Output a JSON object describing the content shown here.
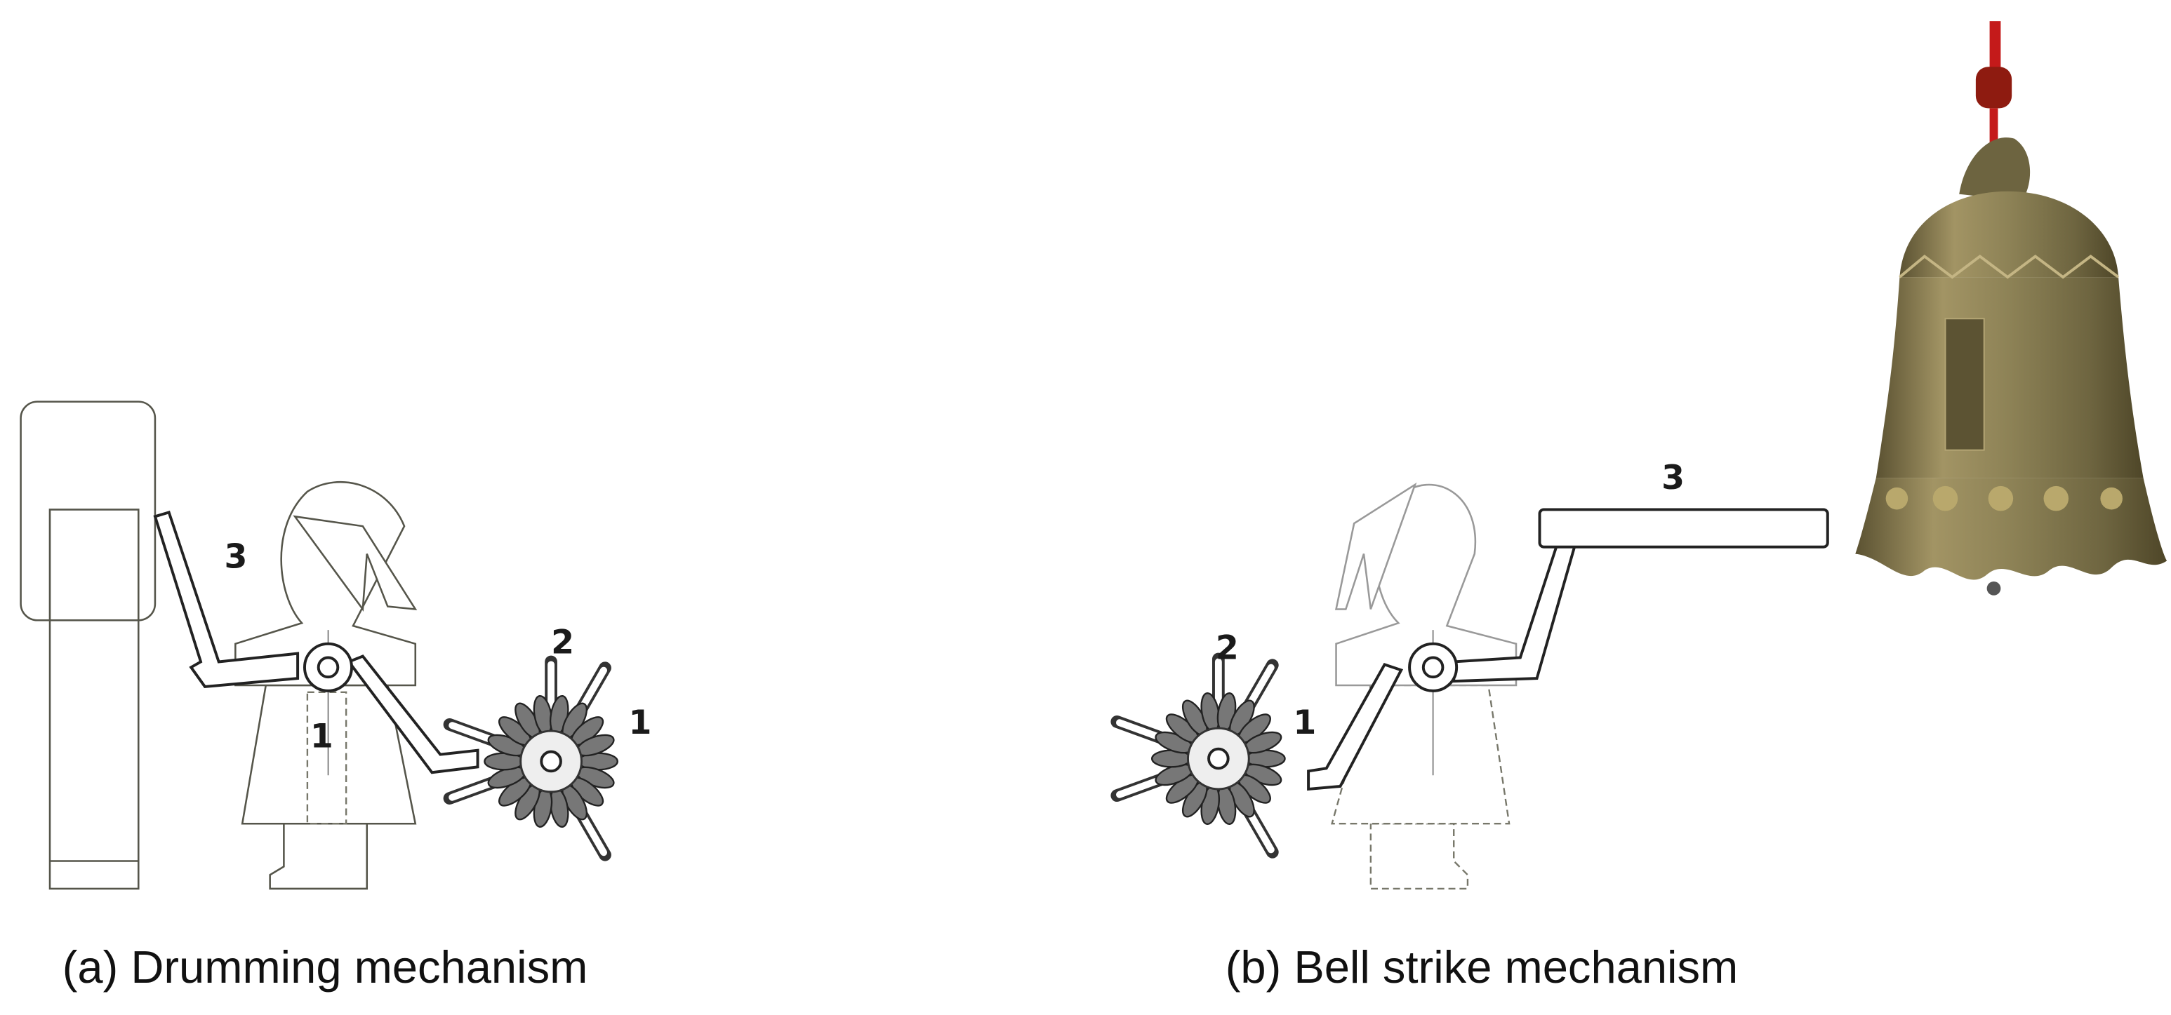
{
  "figure": {
    "panel_a": {
      "caption": "(a) Drumming mechanism",
      "labels": {
        "part1_body": "1",
        "part1_gear": "1",
        "part2": "2",
        "part3": "3"
      }
    },
    "panel_b": {
      "caption": "(b) Bell strike mechanism",
      "labels": {
        "part1": "1",
        "part2": "2",
        "part3": "3"
      }
    }
  },
  "colors": {
    "bell_bronze": "#8a7d4e",
    "cord_red": "#c41a1a",
    "line": "#55554a"
  }
}
